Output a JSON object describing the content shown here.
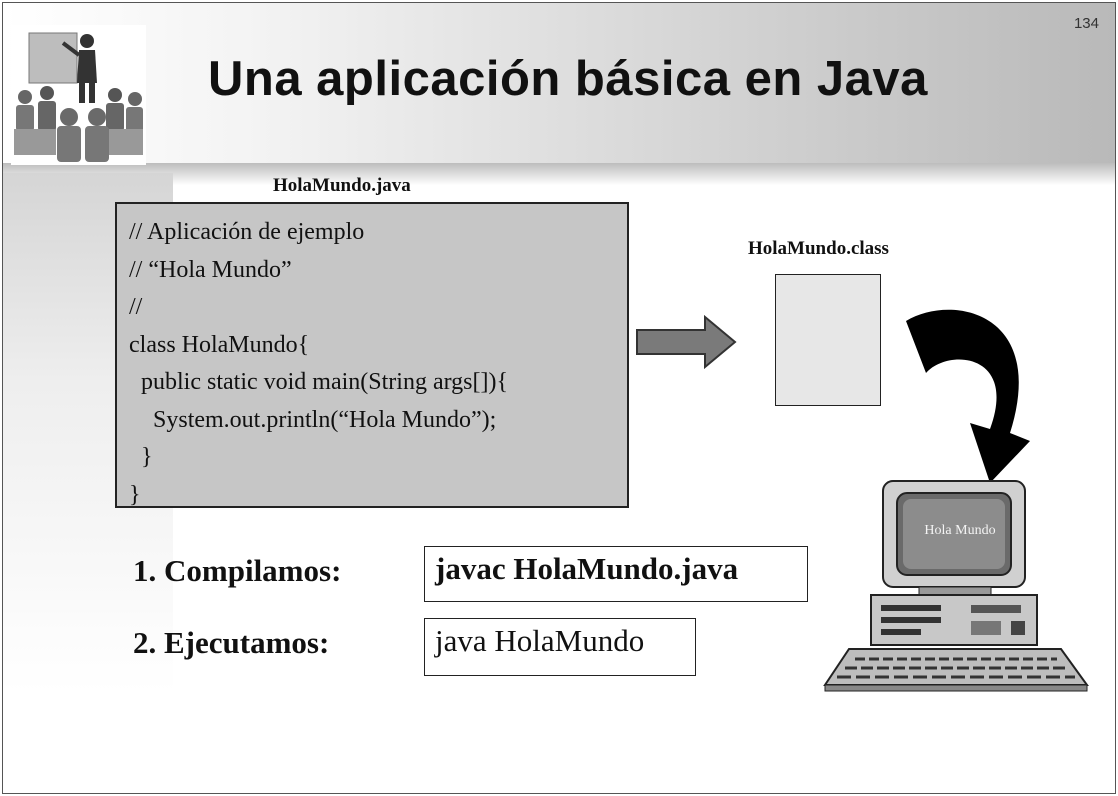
{
  "page_number": "134",
  "title": "Una aplicación básica en Java",
  "source_file": {
    "name": "HolaMundo.java"
  },
  "code_lines": [
    "// Aplicación de ejemplo",
    "// “Hola Mundo”",
    "//",
    "class HolaMundo{",
    "  public static void main(String args[]){",
    "    System.out.println(“Hola Mundo”);",
    "  }",
    "}"
  ],
  "class_file": {
    "name": "HolaMundo.class"
  },
  "steps": [
    {
      "label": "1. Compilamos:",
      "command": "javac HolaMundo.java"
    },
    {
      "label": "2. Ejecutamos:",
      "command": "java HolaMundo"
    }
  ],
  "screen_text": "Hola Mundo",
  "icons": [
    "presenter-icon",
    "right-arrow-icon",
    "curved-arrow-icon",
    "computer-icon"
  ]
}
